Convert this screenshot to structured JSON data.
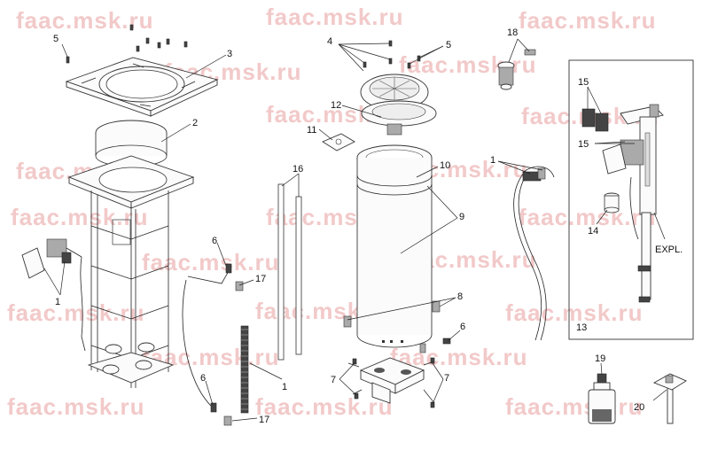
{
  "watermark": "faac.msk.ru",
  "callouts": {
    "c1a": "1",
    "c1b": "1",
    "c1c": "1",
    "c2": "2",
    "c3": "3",
    "c4": "4",
    "c5a": "5",
    "c5b": "5",
    "c6a": "6",
    "c6b": "6",
    "c6c": "6",
    "c7a": "7",
    "c7b": "7",
    "c8": "8",
    "c9": "9",
    "c10": "10",
    "c11": "11",
    "c12": "12",
    "c13": "13",
    "c14": "14",
    "c15a": "15",
    "c15b": "15",
    "c16": "16",
    "c17a": "17",
    "c17b": "17",
    "c18": "18",
    "c19": "19",
    "c20": "20",
    "expl": "EXPL."
  }
}
